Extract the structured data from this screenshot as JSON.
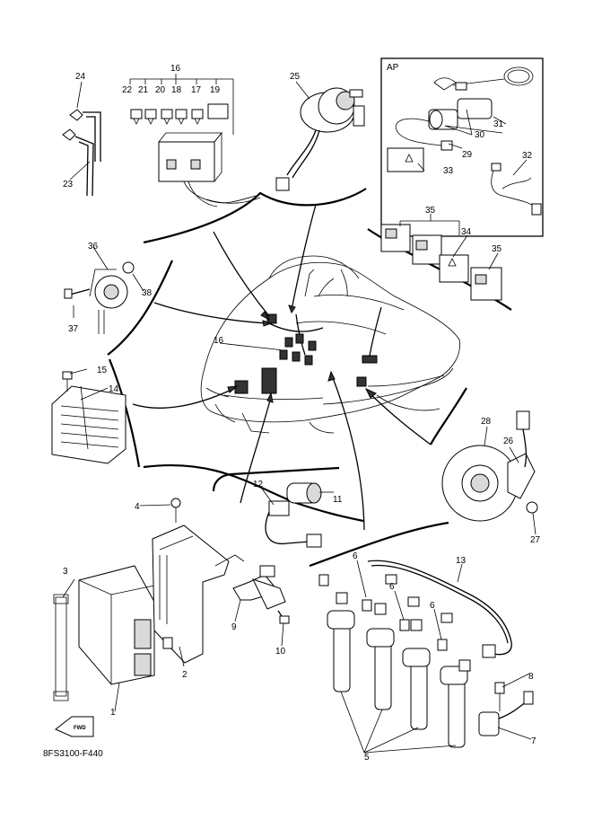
{
  "diagram": {
    "code": "8FS3100-F440",
    "ap_label": "AP",
    "fwd_label": "FWD",
    "callouts": [
      "1",
      "2",
      "3",
      "4",
      "5",
      "6",
      "7",
      "8",
      "9",
      "10",
      "11",
      "12",
      "13",
      "14",
      "15",
      "16",
      "17",
      "18",
      "19",
      "20",
      "21",
      "22",
      "23",
      "24",
      "25",
      "26",
      "27",
      "28",
      "29",
      "30",
      "31",
      "32",
      "33",
      "34",
      "35",
      "36",
      "37",
      "38"
    ]
  }
}
